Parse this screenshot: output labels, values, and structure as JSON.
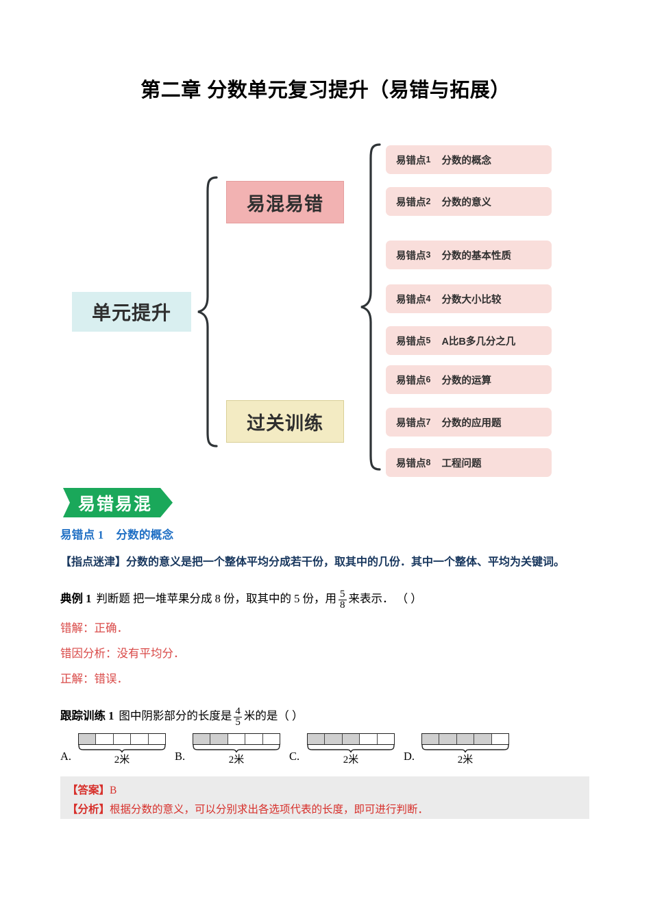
{
  "title": "第二章 分数单元复习提升（易错与拓展）",
  "mindmap": {
    "root": "单元提升",
    "branches": [
      {
        "label": "易混易错",
        "color": "#f2b2b2"
      },
      {
        "label": "过关训练",
        "color": "#f3ebc3"
      }
    ],
    "chip_prefix": "易错点",
    "points": [
      {
        "num": "1",
        "label": "分数的概念"
      },
      {
        "num": "2",
        "label": "分数的意义"
      },
      {
        "num": "3",
        "label": "分数的基本性质"
      },
      {
        "num": "4",
        "label": "分数大小比较"
      },
      {
        "num": "5",
        "label": "A比B多几分之几"
      },
      {
        "num": "6",
        "label": "分数的运算"
      },
      {
        "num": "7",
        "label": "分数的应用题"
      },
      {
        "num": "8",
        "label": "工程问题"
      }
    ]
  },
  "banner": {
    "label": "易错易混",
    "color": "#1aa85a"
  },
  "section": {
    "point_heading_key": "易错点 1",
    "point_heading_val": "分数的概念",
    "tip": "【指点迷津】分数的意义是把一个整体平均分成若干份，取其中的几份．其中一个整体、平均为关键词。"
  },
  "example": {
    "label": "典例 1",
    "text_before": "判断题 把一堆苹果分成 8 份，取其中的 5 份，用",
    "fraction": {
      "num": "5",
      "den": "8"
    },
    "text_after": "来表示．  （      ）",
    "wrong_answer": "错解：正确．",
    "cause": "错因分析：没有平均分．",
    "correct_answer": "正解：错误．"
  },
  "followup": {
    "label": "跟踪训练 1",
    "text_before": "图中阴影部分的长度是",
    "fraction": {
      "num": "4",
      "den": "5"
    },
    "text_after": "米的是（    ）",
    "unit": "2米",
    "options": [
      {
        "letter": "A.",
        "segments": 5,
        "shaded": 1
      },
      {
        "letter": "B.",
        "segments": 5,
        "shaded": 2
      },
      {
        "letter": "C.",
        "segments": 5,
        "shaded": 3
      },
      {
        "letter": "D.",
        "segments": 5,
        "shaded": 4
      }
    ]
  },
  "answer_box": {
    "answer_tag": "【答案】",
    "answer_value": "B",
    "analysis_tag": "【分析】",
    "analysis_text": "根据分数的意义，可以分别求出各选项代表的长度，即可进行判断．"
  }
}
